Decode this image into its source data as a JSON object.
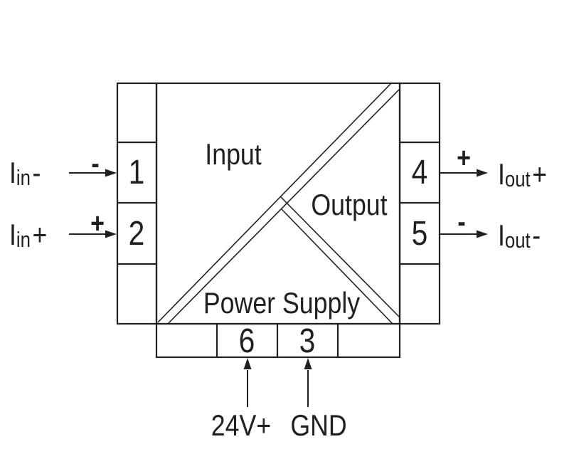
{
  "colors": {
    "line": "#231f20",
    "text": "#231f20",
    "background": "#ffffff"
  },
  "module": {
    "input_label": "Input",
    "output_label": "Output",
    "power_label": "Power Supply"
  },
  "terminals": {
    "t1": "1",
    "t2": "2",
    "t3": "3",
    "t4": "4",
    "t5": "5",
    "t6": "6"
  },
  "wires": {
    "in_minus": {
      "base": "I",
      "sub": "in",
      "sign": "-",
      "arrow_sign": "-"
    },
    "in_plus": {
      "base": "I",
      "sub": "in",
      "sign": "+",
      "arrow_sign": "+"
    },
    "out_plus": {
      "base": "I",
      "sub": "out",
      "sign": "+",
      "arrow_sign": "+"
    },
    "out_minus": {
      "base": "I",
      "sub": "out",
      "sign": "-",
      "arrow_sign": "-"
    },
    "supply_24v": "24V+",
    "supply_gnd": "GND"
  }
}
